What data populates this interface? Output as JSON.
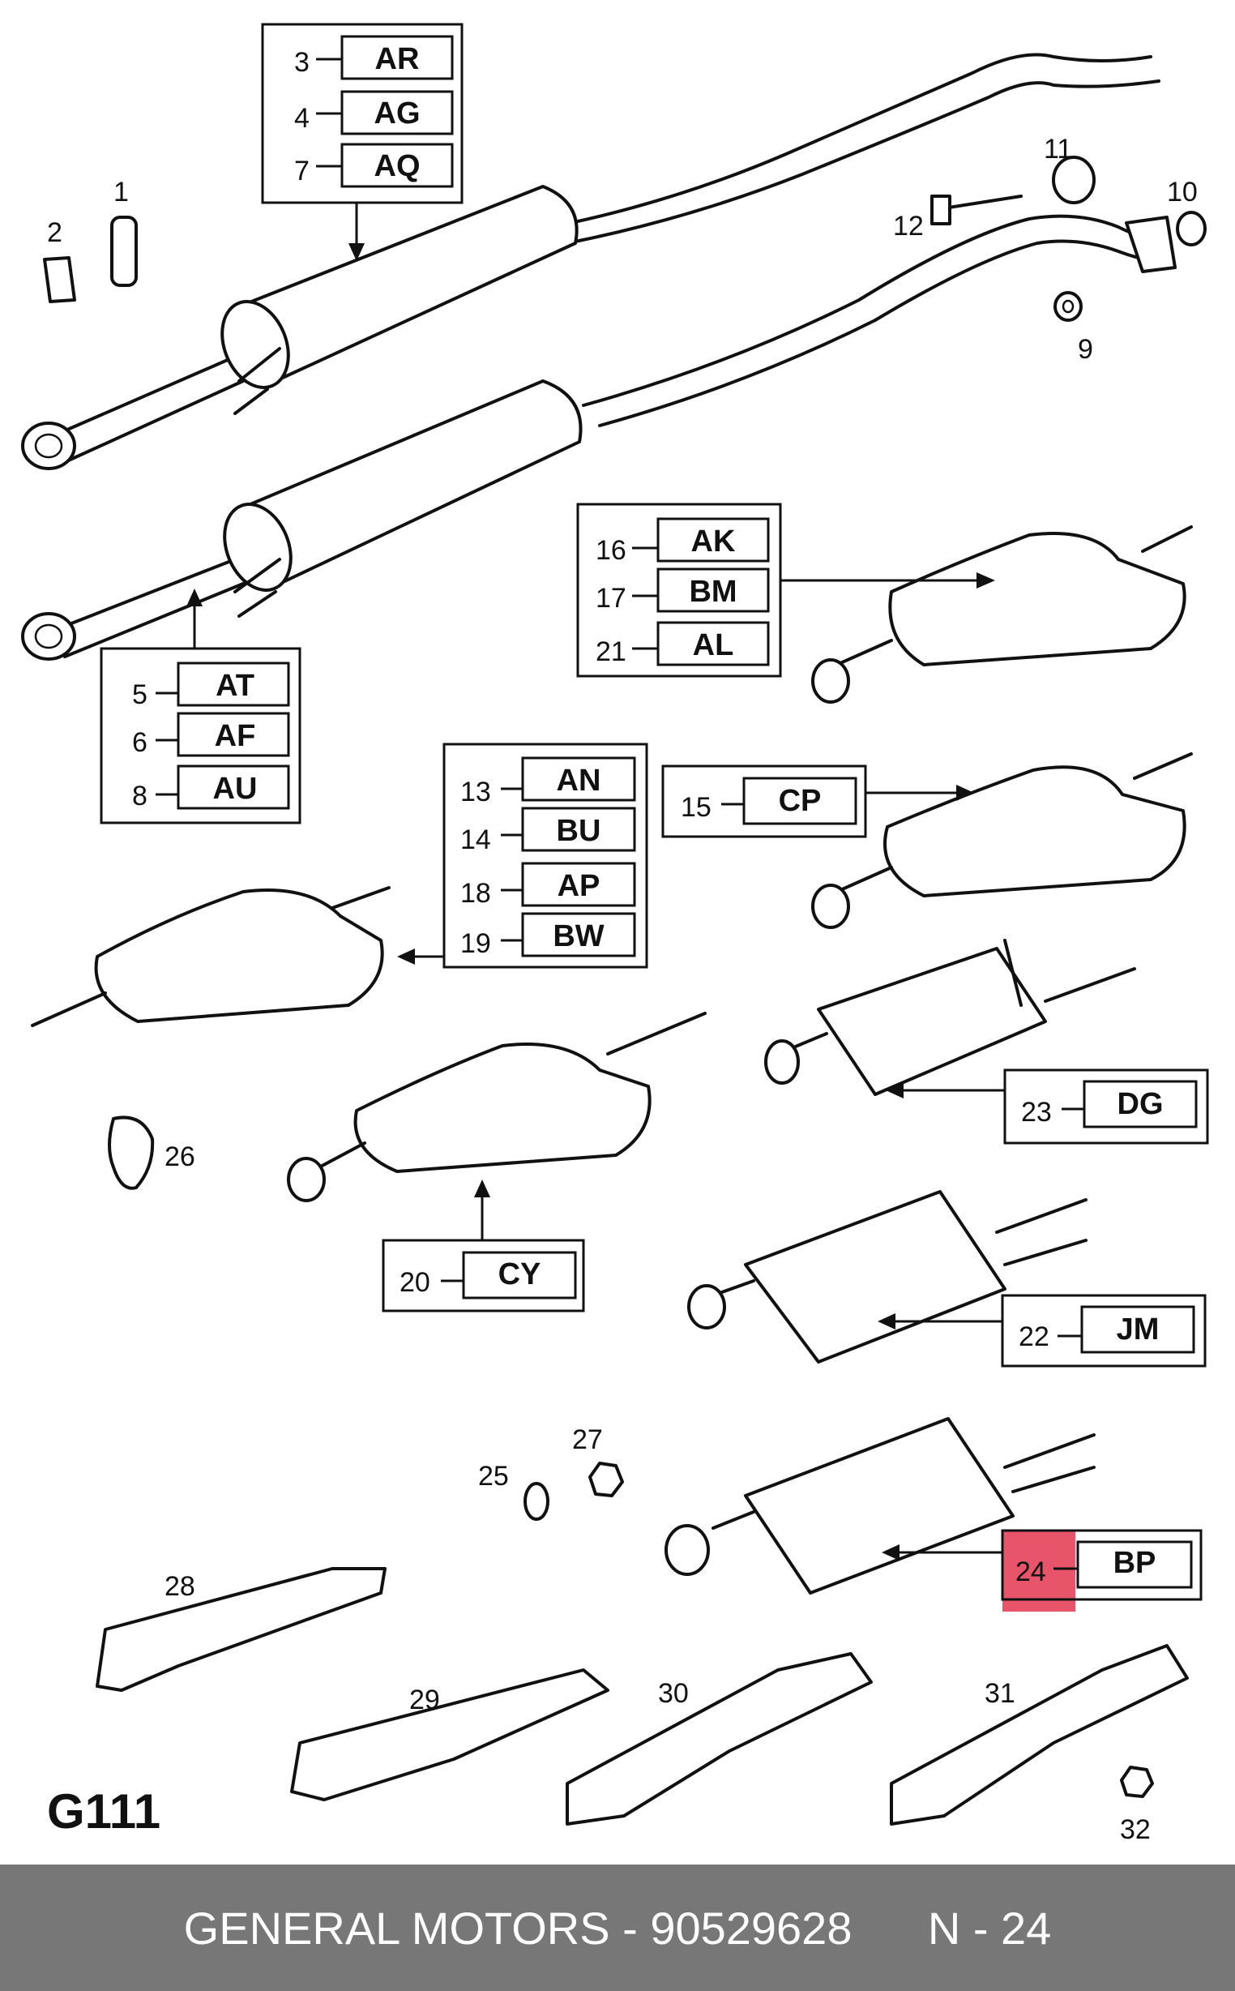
{
  "diagram_code": "G111",
  "footer": {
    "brand": "GENERAL MOTORS",
    "separator": " - ",
    "part_number": "90529628",
    "page": "N - 24"
  },
  "callouts": {
    "group_ar_ag_aq": [
      {
        "num": "3",
        "code": "AR"
      },
      {
        "num": "4",
        "code": "AG"
      },
      {
        "num": "7",
        "code": "AQ"
      }
    ],
    "group_at_af_au": [
      {
        "num": "5",
        "code": "AT"
      },
      {
        "num": "6",
        "code": "AF"
      },
      {
        "num": "8",
        "code": "AU"
      }
    ],
    "group_ak_bm_al": [
      {
        "num": "16",
        "code": "AK"
      },
      {
        "num": "17",
        "code": "BM"
      },
      {
        "num": "21",
        "code": "AL"
      }
    ],
    "group_an_bu_ap_bw": [
      {
        "num": "13",
        "code": "AN"
      },
      {
        "num": "14",
        "code": "BU"
      },
      {
        "num": "18",
        "code": "AP"
      },
      {
        "num": "19",
        "code": "BW"
      }
    ],
    "single_cp": {
      "num": "15",
      "code": "CP"
    },
    "single_dg": {
      "num": "23",
      "code": "DG"
    },
    "single_cy": {
      "num": "20",
      "code": "CY"
    },
    "single_jm": {
      "num": "22",
      "code": "JM"
    },
    "single_bp": {
      "num": "24",
      "code": "BP"
    }
  },
  "part_numbers": {
    "p1": "1",
    "p2": "2",
    "p9": "9",
    "p10": "10",
    "p11": "11",
    "p12": "12",
    "p25": "25",
    "p26": "26",
    "p27": "27",
    "p28": "28",
    "p29": "29",
    "p30": "30",
    "p31": "31",
    "p32": "32"
  },
  "highlight": {
    "part": "24",
    "color": "#e8546a"
  }
}
